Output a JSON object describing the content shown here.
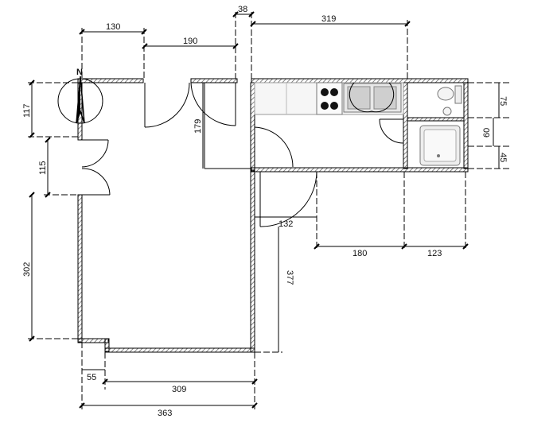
{
  "dimensions": {
    "top_130": "130",
    "top_190": "190",
    "top_38": "38",
    "top_319": "319",
    "left_117": "117",
    "left_115": "115",
    "left_302": "302",
    "door_179": "179",
    "door_132": "132",
    "right_377": "377",
    "bottom_180": "180",
    "bottom_123": "123",
    "bath_75": "75",
    "bath_60": "60",
    "bath_45": "45",
    "bottom_55": "55",
    "bottom_309": "309",
    "bottom_363": "363"
  },
  "compass": {
    "north_label": "N"
  },
  "colors": {
    "wall": "#000000",
    "hatch": "#444444",
    "dim_line": "#000000",
    "fixture": "#777777",
    "counter": "#f2f2f2"
  }
}
